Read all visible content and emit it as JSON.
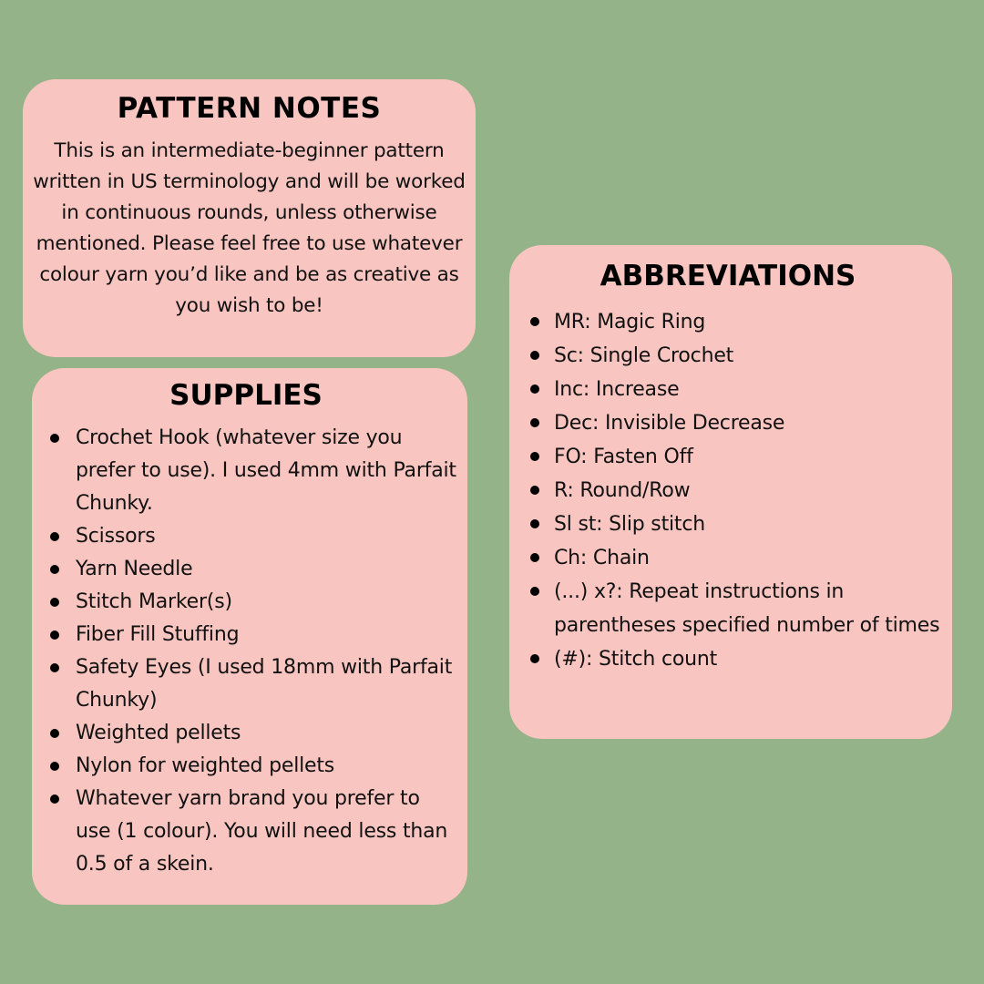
{
  "pattern_notes": {
    "title": "PATTERN NOTES",
    "body": "This is an intermediate-beginner pattern written in US terminology and will be worked in continuous rounds, unless otherwise mentioned. Please feel free to use whatever colour yarn you’d like and be as creative as you wish to be!"
  },
  "supplies": {
    "title": "SUPPLIES",
    "items": [
      "Crochet Hook (whatever size you prefer to use). I used 4mm with Parfait Chunky.",
      "Scissors",
      "Yarn Needle",
      "Stitch Marker(s)",
      "Fiber Fill Stuffing",
      "Safety Eyes (I used 18mm with Parfait Chunky)",
      "Weighted pellets",
      "Nylon for weighted pellets",
      "Whatever yarn brand you prefer to use (1 colour). You will need less than 0.5 of a skein."
    ]
  },
  "abbreviations": {
    "title": "ABBREVIATIONS",
    "items": [
      "MR: Magic Ring",
      "Sc: Single Crochet",
      "Inc: Increase",
      "Dec: Invisible Decrease",
      "FO: Fasten Off",
      "R: Round/Row",
      "Sl st: Slip stitch",
      "Ch: Chain",
      "(...) x?: Repeat instructions in parentheses specified number of times",
      "(#): Stitch count"
    ]
  },
  "colors": {
    "background": "#94b388",
    "card": "#f9c5c1",
    "text": "#111111"
  }
}
